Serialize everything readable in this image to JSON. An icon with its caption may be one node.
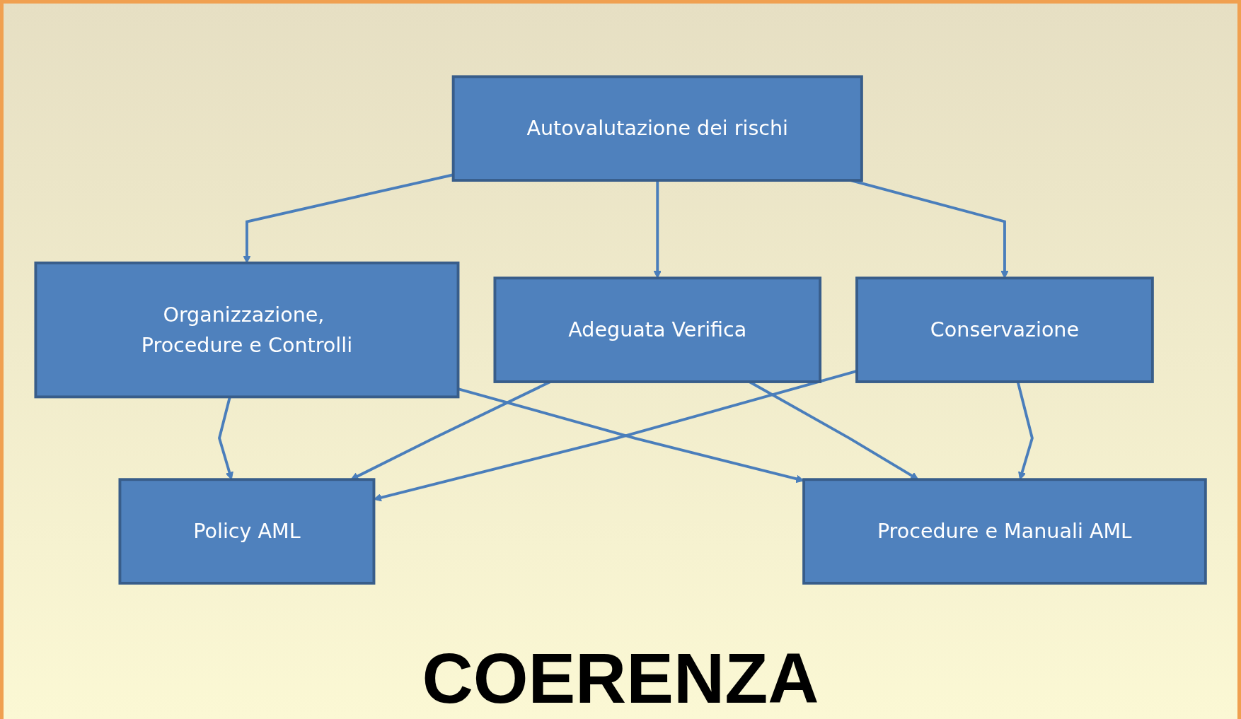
{
  "diagram": {
    "nodes": [
      {
        "text": [
          "Autovalutazione dei rischi"
        ]
      },
      {
        "text": [
          "Organizzazione, Procedure e Controlli"
        ]
      },
      {
        "text": [
          "Adeguata Verifica"
        ]
      },
      {
        "text": [
          "Conservazione"
        ]
      },
      {
        "text": [
          "Policy AML"
        ]
      },
      {
        "text": [
          "Procedure e Manuali AML"
        ]
      }
    ],
    "edges": [
      {
        "from": 0,
        "to": 1,
        "arrow": "to"
      },
      {
        "from": 0,
        "to": 2,
        "arrow": "to"
      },
      {
        "from": 0,
        "to": 3,
        "arrow": "to"
      },
      {
        "from": 1,
        "to": 4,
        "arrow": "to"
      },
      {
        "from": 1,
        "to": 5,
        "arrow": "to"
      },
      {
        "from": 2,
        "to": 4,
        "arrow": "to"
      },
      {
        "from": 2,
        "to": 5,
        "arrow": "to"
      },
      {
        "from": 3,
        "to": 4,
        "arrow": "to"
      },
      {
        "from": 3,
        "to": 5,
        "arrow": "to"
      }
    ],
    "labels": [
      "COERENZA"
    ]
  }
}
